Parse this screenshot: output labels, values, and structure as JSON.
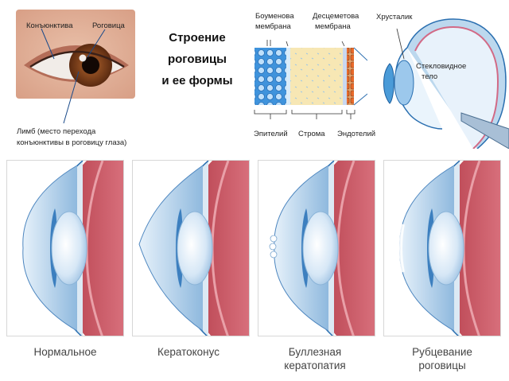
{
  "photo": {
    "labels": {
      "conjunctiva": "Конъюнктива",
      "cornea": "Роговица",
      "limbus_line1": "Лимб (место перехода",
      "limbus_line2": "конъюнктивы в роговицу глаза)"
    }
  },
  "title": {
    "line1": "Строение",
    "line2": "роговицы",
    "line3": "и ее формы"
  },
  "layers": {
    "bowman_line1": "Боуменова",
    "bowman_line2": "мембрана",
    "descemet_line1": "Десцеметова",
    "descemet_line2": "мембрана",
    "epithelium": "Эпителий",
    "stroma": "Строма",
    "endothelium": "Эндотелий"
  },
  "eye": {
    "lens": "Хрусталик",
    "vitreous_line1": "Стекловидное",
    "vitreous_line2": "тело"
  },
  "forms": [
    {
      "line1": "Нормальное",
      "line2": ""
    },
    {
      "line1": "Кератоконус",
      "line2": ""
    },
    {
      "line1": "Буллезная",
      "line2": "кератопатия"
    },
    {
      "line1": "Рубцевание",
      "line2": "роговицы"
    }
  ],
  "colors": {
    "iris": "#7a3e1c",
    "sclera_red": "#c4505d",
    "cornea_blue": "#6fa8d8",
    "lens_blue": "#cfe3f5",
    "stroma_yellow": "#f7e7b4",
    "epithelium_blue": "#4f9ee0"
  }
}
